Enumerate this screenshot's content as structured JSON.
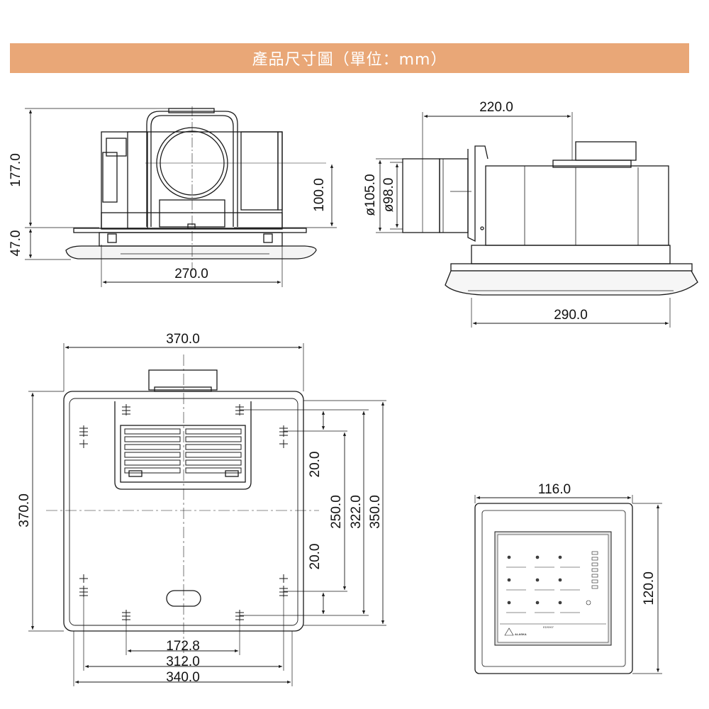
{
  "colors": {
    "banner_bg": "#e9a777",
    "banner_text": "#ffffff",
    "line": "#1a1a1a",
    "panel_fill": "#e4e4e4"
  },
  "header": {
    "title": "產品尺寸圖（單位：mm）"
  },
  "front_view": {
    "height_total": "177.0",
    "height_panel": "47.0",
    "duct_height": "100.0",
    "body_width": "270.0"
  },
  "side_view": {
    "length": "220.0",
    "duct_outer": "ø105.0",
    "duct_inner": "ø98.0",
    "panel_width": "290.0"
  },
  "bottom_view": {
    "width": "370.0",
    "height": "370.0",
    "offset_top": "20.0",
    "offset_bottom": "20.0",
    "mount_250": "250.0",
    "mount_322": "322.0",
    "mount_350": "350.0",
    "grille_172": "172.8",
    "mount_312": "312.0",
    "mount_340": "340.0"
  },
  "controller_view": {
    "width": "116.0",
    "height": "120.0",
    "brand": "ALASKA",
    "model": "EDS907"
  }
}
